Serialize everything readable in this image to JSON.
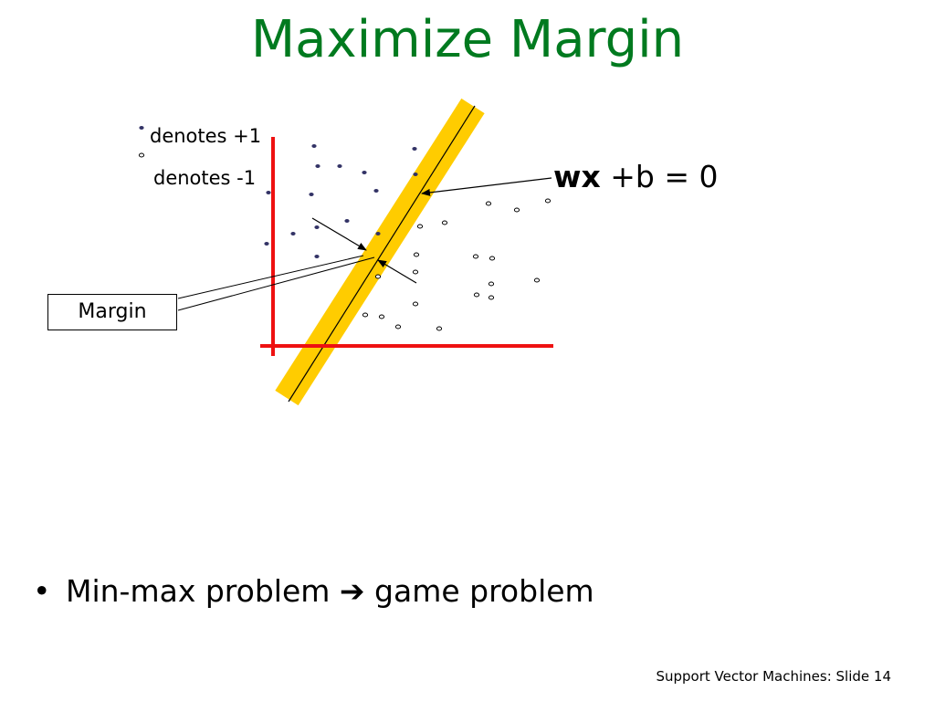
{
  "slide": {
    "title": "Maximize Margin",
    "footer": "Support Vector Machines: Slide 14"
  },
  "legend": {
    "positive_label": "denotes +1",
    "negative_label": "denotes -1"
  },
  "equation": {
    "bold_part": "wx",
    "rest": " +b = 0"
  },
  "callout": {
    "margin_label": "Margin"
  },
  "bullets": [
    {
      "text_before": "Min-max problem ",
      "arrow": "➔",
      "text_after": " game problem"
    }
  ],
  "colors": {
    "title": "#007a1f",
    "axes": "#ee1111",
    "margin_band": "#ffcc00",
    "positive_point": "#333366",
    "negative_point": "#000000"
  }
}
